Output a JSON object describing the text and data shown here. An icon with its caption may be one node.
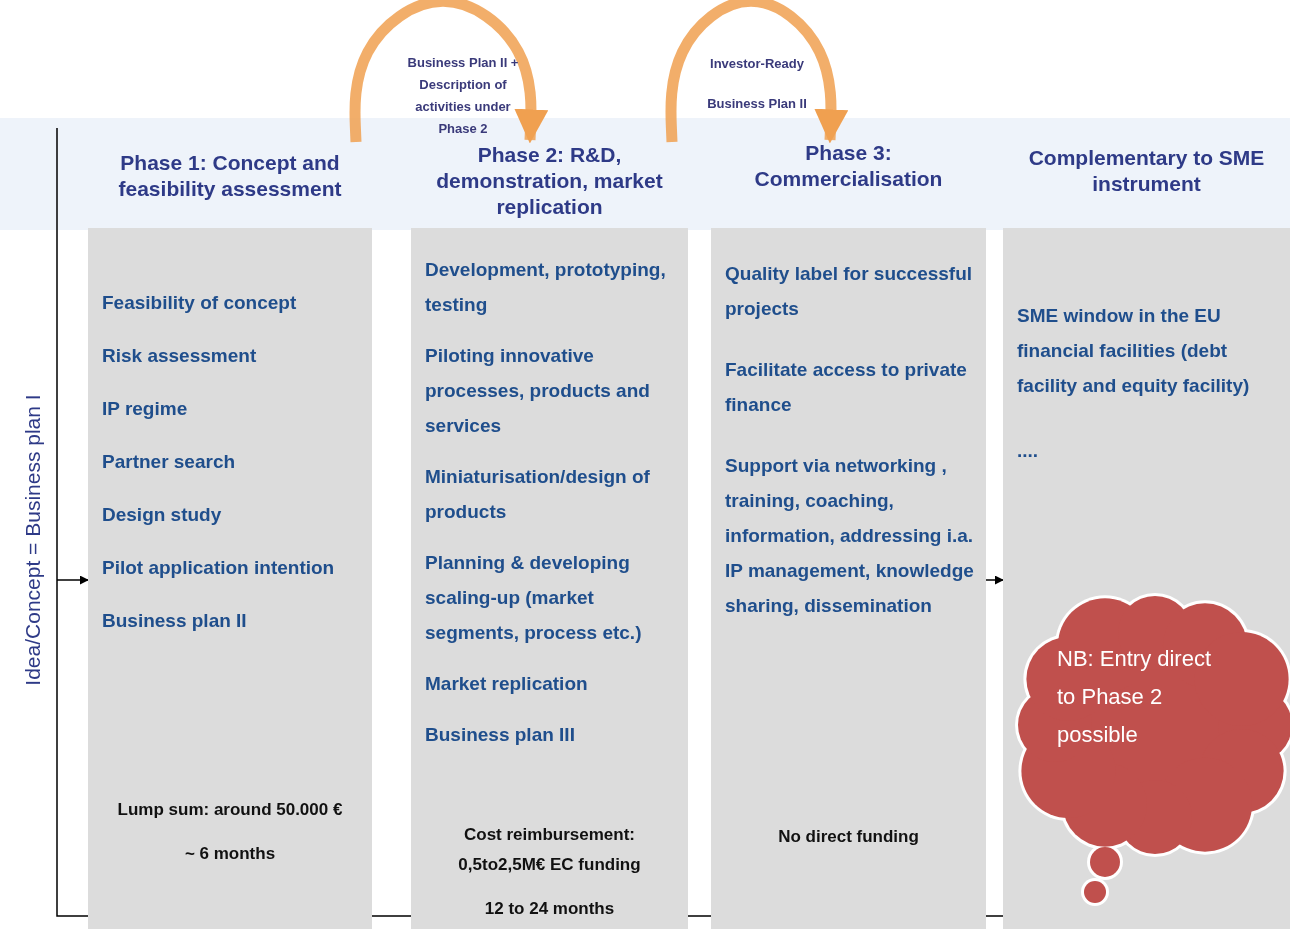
{
  "diagram": {
    "nodes": [
      {
        "text": [
          "Phase 1: Concept and feasibility assessment",
          "Feasibility of concept",
          "Risk assessment",
          "IP regime",
          "Partner search",
          "Design study",
          "Pilot application intention",
          "Business plan II",
          "Lump sum: around 50.000 €",
          "~ 6 months"
        ]
      },
      {
        "text": [
          "Phase 2:  R&D, demonstration, market replication",
          "Development, prototyping, testing",
          "Piloting  innovative processes, products and services",
          "Miniaturisation/design of products",
          "Planning & developing scaling-up (market segments, process etc.)",
          "Market replication",
          "Business plan III",
          "Cost reimbursement: 0,5to2,5M€ EC funding",
          "12 to 24 months"
        ]
      },
      {
        "text": [
          "Phase 3: Commercialisation",
          "Quality label for successful projects",
          "Facilitate access to private finance",
          "Support via networking , training, coaching, information, addressing i.a. IP management, knowledge sharing, dissemination",
          "No direct funding"
        ]
      },
      {
        "text": [
          "Complementary to SME instrument",
          "SME window in the EU financial facilities (debt facility and equity facility)",
          "...."
        ]
      },
      {
        "text": [
          "NB: Entry direct to Phase 2 possible"
        ],
        "in": 3
      }
    ],
    "edges": [
      {
        "from": 0,
        "to": 1,
        "arrow": "to",
        "label": "Business Plan II + Description of activities under Phase 2",
        "style": "thick",
        "color": "#f0a050"
      },
      {
        "from": 1,
        "to": 2,
        "arrow": "to",
        "label": "Investor-Ready Business Plan II",
        "style": "thick",
        "color": "#f0a050"
      },
      {
        "from": null,
        "to": 0,
        "arrow": "to",
        "color": "#000000"
      },
      {
        "from": 2,
        "to": 3,
        "arrow": "to",
        "color": "#000000"
      }
    ],
    "labels": [
      "Idea/Concept = Business plan I"
    ]
  }
}
